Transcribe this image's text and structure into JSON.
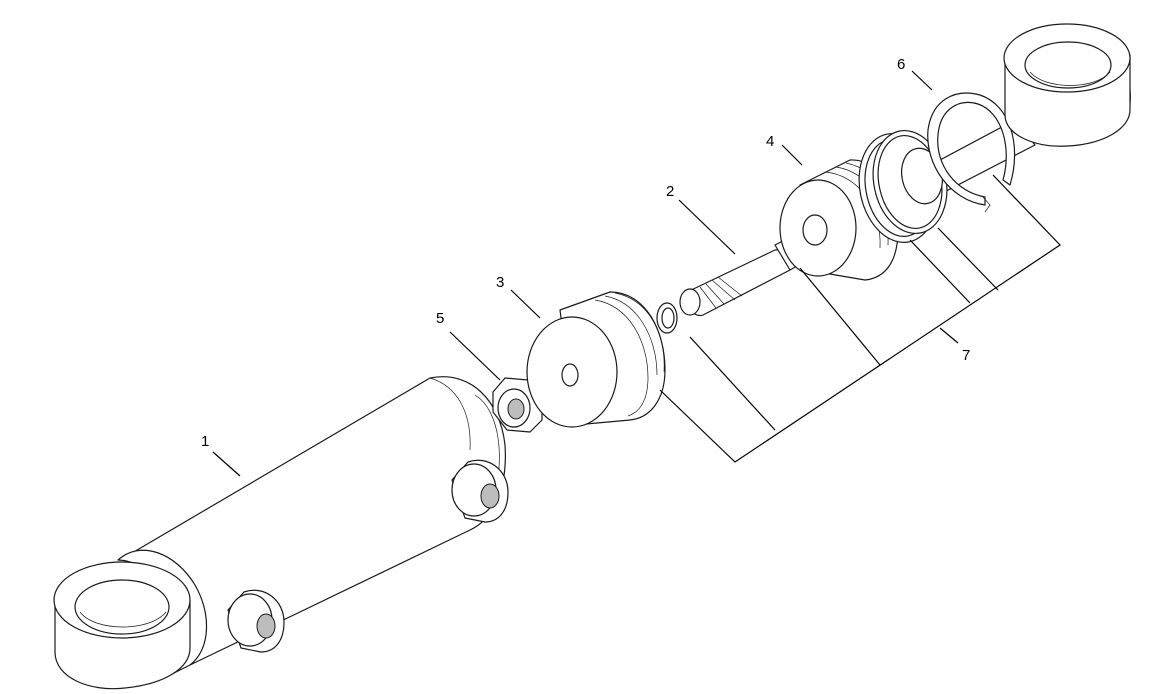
{
  "callouts": {
    "c1": "1",
    "c2": "2",
    "c3": "3",
    "c4": "4",
    "c5": "5",
    "c6": "6",
    "c7": "7"
  },
  "colors": {
    "line": "#1a1a1a",
    "shade": "#bdbdbd",
    "background": "#ffffff"
  }
}
